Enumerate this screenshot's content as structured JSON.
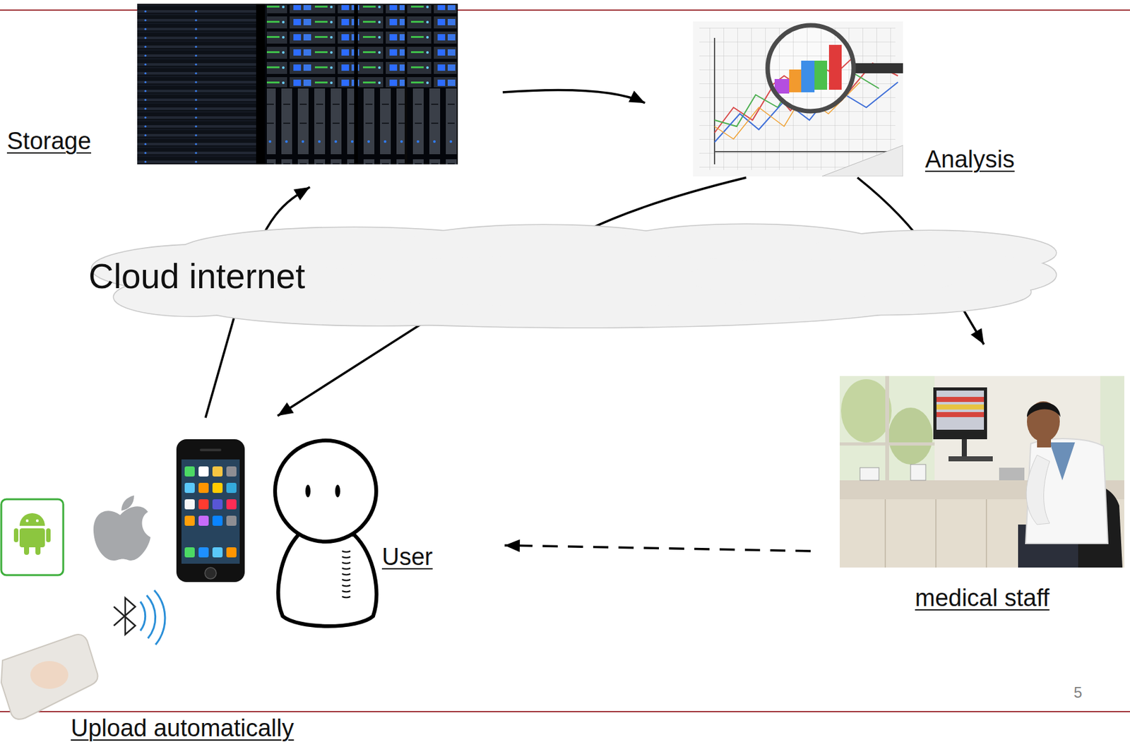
{
  "diagram": {
    "nodes": [
      {
        "text": [
          "Storage"
        ]
      },
      {
        "text": [
          "Analysis"
        ]
      },
      {
        "text": [
          "Cloud internet"
        ]
      },
      {
        "text": [
          "User"
        ]
      },
      {
        "text": [
          "medical staff"
        ]
      }
    ],
    "edges": [
      {
        "from": 0,
        "to": 1,
        "arrow": "to"
      },
      {
        "from": 3,
        "to": 0,
        "arrow": "to"
      },
      {
        "from": 1,
        "to": 4,
        "arrow": "to"
      },
      {
        "from": 1,
        "to": 3,
        "arrow": "to"
      },
      {
        "from": 4,
        "to": 3,
        "arrow": "to"
      }
    ],
    "labels": [
      "Upload automatically",
      "5"
    ]
  }
}
